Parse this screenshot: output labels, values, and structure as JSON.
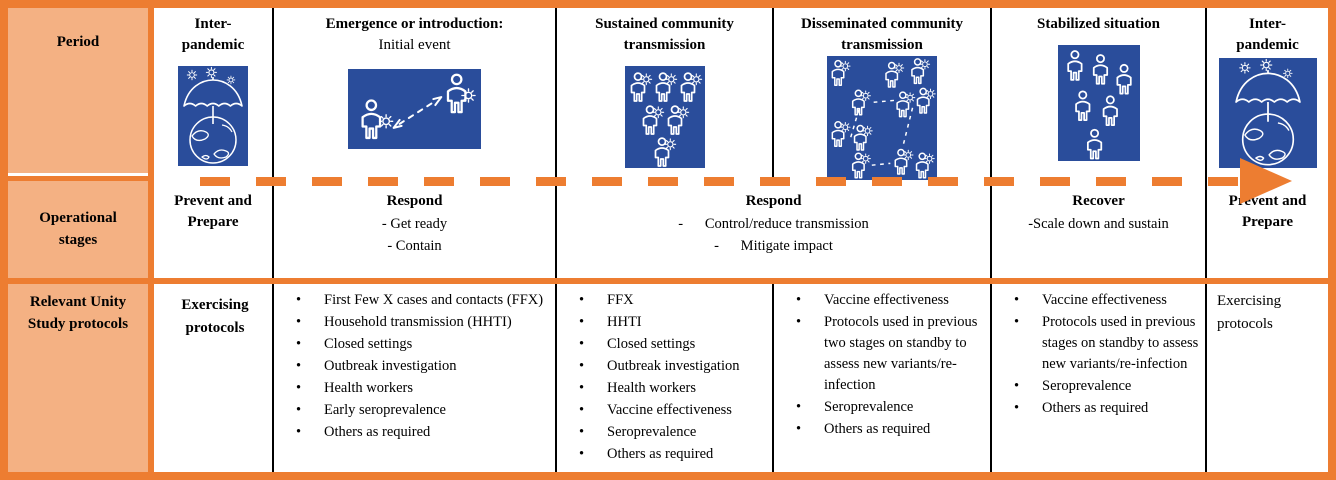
{
  "palette": {
    "frame_orange": "#ED7D31",
    "label_bg": "#F4B183",
    "icon_blue": "#2A4D9B",
    "separator_black": "#000000",
    "text": "#000000"
  },
  "row_labels": {
    "period": "Period",
    "stages": "Operational\nstages",
    "protocols": "Relevant Unity\nStudy protocols"
  },
  "periods": [
    {
      "title": "Inter-\npandemic",
      "subtitle": "",
      "icon": "umbrella-globe-icon"
    },
    {
      "title": "Emergence or introduction:",
      "subtitle": "Initial event",
      "icon": "virus-transmission-icon"
    },
    {
      "title": "Sustained community\ntransmission",
      "subtitle": "",
      "icon": "infected-group-icon"
    },
    {
      "title": "Disseminated community\ntransmission",
      "subtitle": "",
      "icon": "infected-clusters-icon"
    },
    {
      "title": "Stabilized situation",
      "subtitle": "",
      "icon": "people-group-icon"
    },
    {
      "title": "Inter-\npandemic",
      "subtitle": "",
      "icon": "umbrella-globe-icon"
    }
  ],
  "stages": [
    {
      "name": "Prevent and\nPrepare",
      "details": []
    },
    {
      "name": "Respond",
      "details": [
        "- Get ready",
        "- Contain"
      ]
    },
    {
      "name": "Respond",
      "details": [
        "-      Control/reduce transmission",
        "-      Mitigate impact"
      ]
    },
    {
      "name": "Recover",
      "details": [
        "-Scale down and sustain"
      ]
    },
    {
      "name": "Prevent and\nPrepare",
      "details": []
    }
  ],
  "protocols": [
    {
      "type": "text",
      "text": "Exercising\nprotocols"
    },
    {
      "type": "bullets",
      "items": [
        "First Few X cases and contacts (FFX)",
        "Household transmission (HHTI)",
        "Closed settings",
        "Outbreak investigation",
        "Health workers",
        "Early seroprevalence",
        "Others as required"
      ]
    },
    {
      "type": "bullets",
      "items": [
        "FFX",
        "HHTI",
        "Closed settings",
        "Outbreak investigation",
        "Health workers",
        "Vaccine effectiveness",
        "Seroprevalence",
        "Others as required"
      ]
    },
    {
      "type": "bullets",
      "items": [
        "Vaccine effectiveness",
        "Protocols used in previous two stages on standby to assess new variants/re-infection",
        "Seroprevalence",
        "Others as required"
      ]
    },
    {
      "type": "bullets",
      "items": [
        "Vaccine effectiveness",
        "Protocols used in previous stages on standby to assess new variants/re-infection",
        "Seroprevalence",
        "Others as required"
      ]
    },
    {
      "type": "text",
      "text": "Exercising\nprotocols"
    }
  ]
}
